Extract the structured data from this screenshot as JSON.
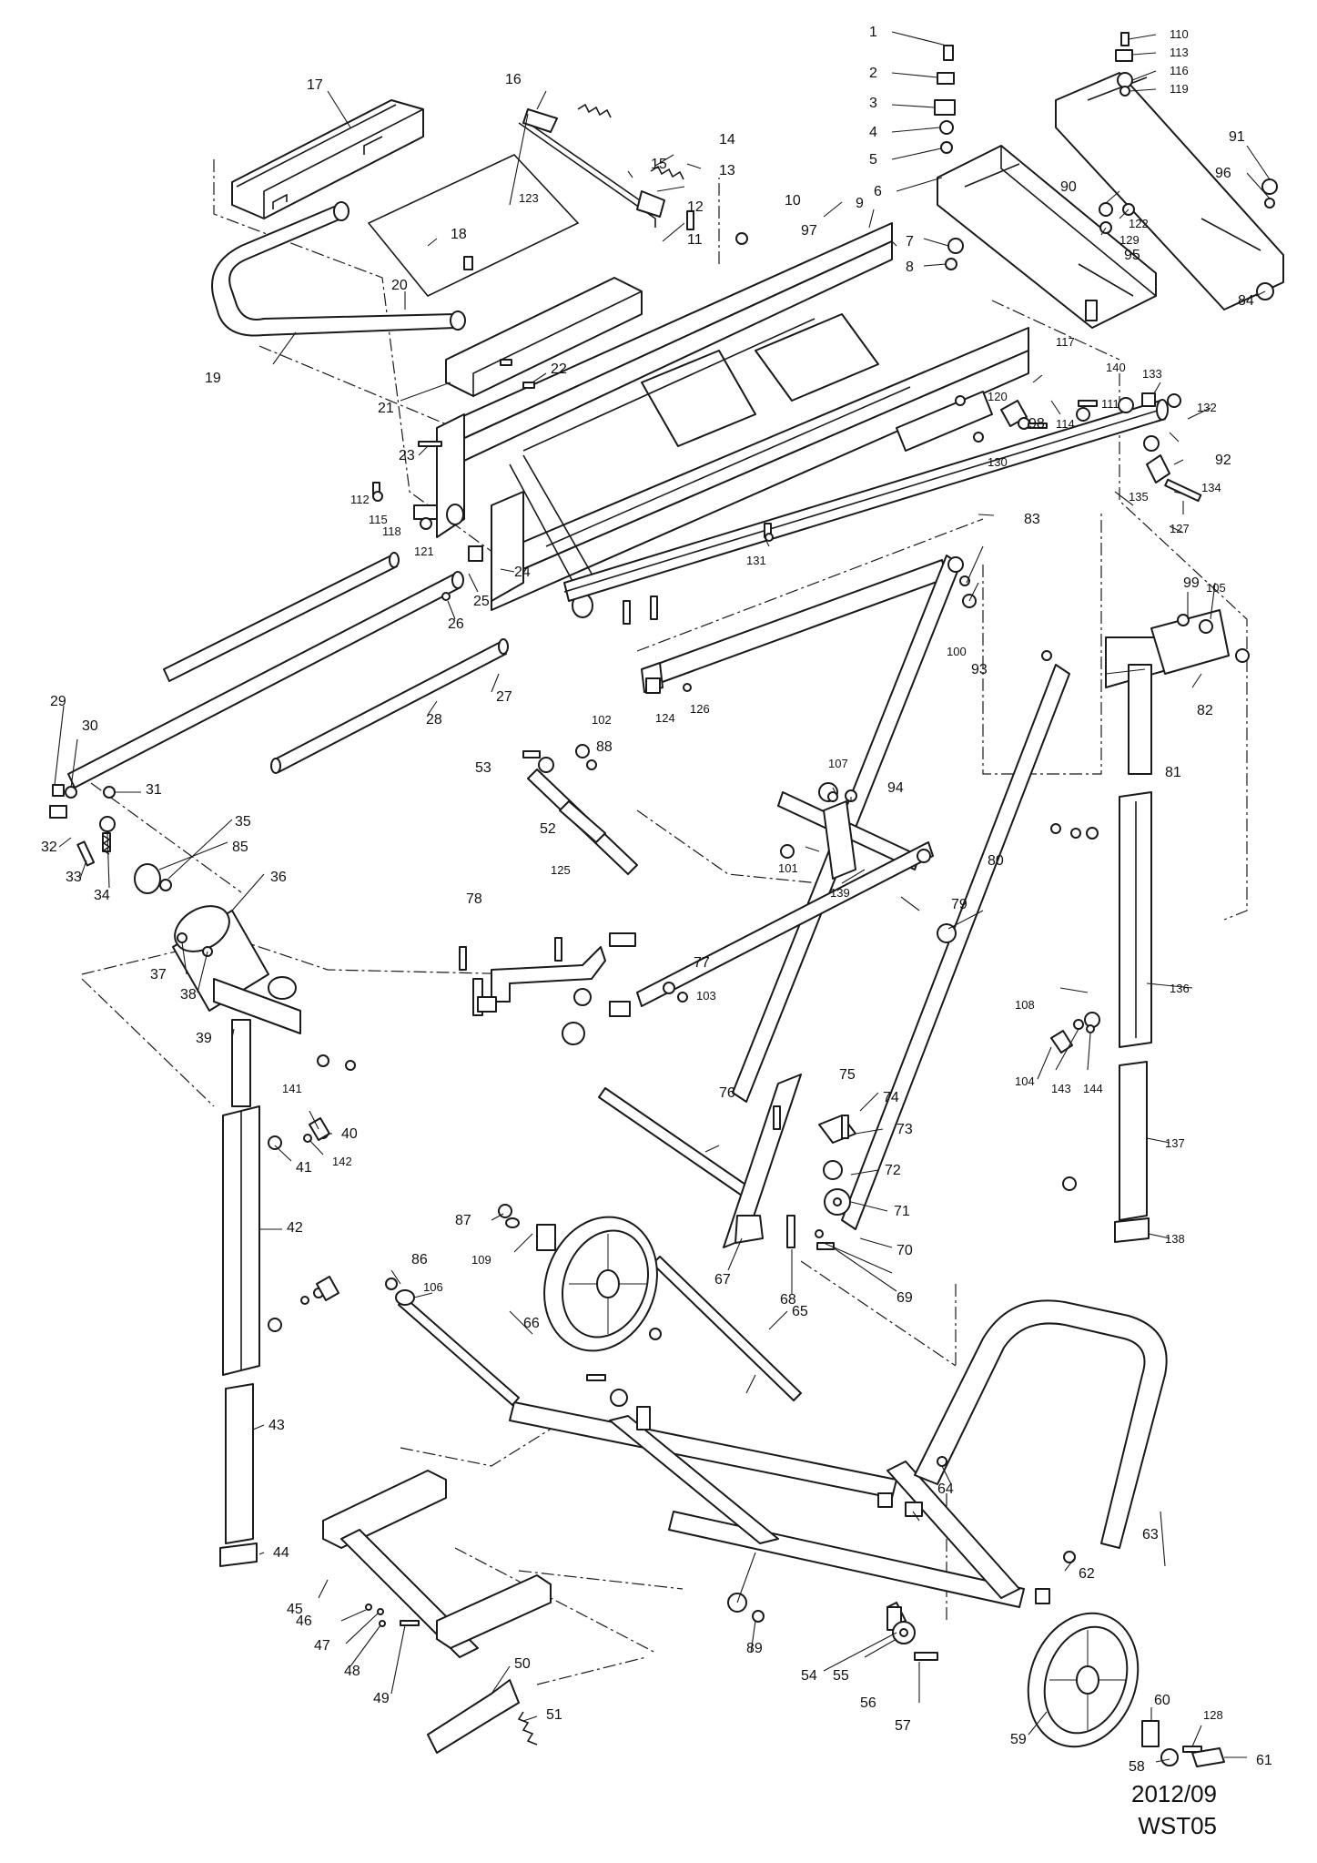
{
  "callouts": [
    {
      "id": "1",
      "label": "1"
    },
    {
      "id": "2",
      "label": "2"
    },
    {
      "id": "3",
      "label": "3"
    },
    {
      "id": "4",
      "label": "4"
    },
    {
      "id": "5",
      "label": "5"
    },
    {
      "id": "6",
      "label": "6"
    },
    {
      "id": "7",
      "label": "7"
    },
    {
      "id": "8",
      "label": "8"
    },
    {
      "id": "9",
      "label": "9"
    },
    {
      "id": "10",
      "label": "10"
    },
    {
      "id": "11",
      "label": "11"
    },
    {
      "id": "12",
      "label": "12"
    },
    {
      "id": "13",
      "label": "13"
    },
    {
      "id": "14",
      "label": "14"
    },
    {
      "id": "15",
      "label": "15"
    },
    {
      "id": "16",
      "label": "16"
    },
    {
      "id": "17",
      "label": "17"
    },
    {
      "id": "18",
      "label": "18"
    },
    {
      "id": "19",
      "label": "19"
    },
    {
      "id": "20",
      "label": "20"
    },
    {
      "id": "21",
      "label": "21"
    },
    {
      "id": "22",
      "label": "22"
    },
    {
      "id": "23",
      "label": "23"
    },
    {
      "id": "24",
      "label": "24"
    },
    {
      "id": "25",
      "label": "25"
    },
    {
      "id": "26",
      "label": "26"
    },
    {
      "id": "27",
      "label": "27"
    },
    {
      "id": "28",
      "label": "28"
    },
    {
      "id": "29",
      "label": "29"
    },
    {
      "id": "30",
      "label": "30"
    },
    {
      "id": "31",
      "label": "31"
    },
    {
      "id": "32",
      "label": "32"
    },
    {
      "id": "33",
      "label": "33"
    },
    {
      "id": "34",
      "label": "34"
    },
    {
      "id": "35",
      "label": "35"
    },
    {
      "id": "36",
      "label": "36"
    },
    {
      "id": "37",
      "label": "37"
    },
    {
      "id": "38",
      "label": "38"
    },
    {
      "id": "39",
      "label": "39"
    },
    {
      "id": "40",
      "label": "40"
    },
    {
      "id": "41",
      "label": "41"
    },
    {
      "id": "42",
      "label": "42"
    },
    {
      "id": "43",
      "label": "43"
    },
    {
      "id": "44",
      "label": "44"
    },
    {
      "id": "45",
      "label": "45"
    },
    {
      "id": "46",
      "label": "46"
    },
    {
      "id": "47",
      "label": "47"
    },
    {
      "id": "48",
      "label": "48"
    },
    {
      "id": "49",
      "label": "49"
    },
    {
      "id": "50",
      "label": "50"
    },
    {
      "id": "51",
      "label": "51"
    },
    {
      "id": "52",
      "label": "52"
    },
    {
      "id": "53",
      "label": "53"
    },
    {
      "id": "54",
      "label": "54"
    },
    {
      "id": "55",
      "label": "55"
    },
    {
      "id": "56",
      "label": "56"
    },
    {
      "id": "57",
      "label": "57"
    },
    {
      "id": "58",
      "label": "58"
    },
    {
      "id": "59",
      "label": "59"
    },
    {
      "id": "60",
      "label": "60"
    },
    {
      "id": "61",
      "label": "61"
    },
    {
      "id": "62",
      "label": "62"
    },
    {
      "id": "63",
      "label": "63"
    },
    {
      "id": "64",
      "label": "64"
    },
    {
      "id": "65",
      "label": "65"
    },
    {
      "id": "66",
      "label": "66"
    },
    {
      "id": "67",
      "label": "67"
    },
    {
      "id": "68",
      "label": "68"
    },
    {
      "id": "69",
      "label": "69"
    },
    {
      "id": "70",
      "label": "70"
    },
    {
      "id": "71",
      "label": "71"
    },
    {
      "id": "72",
      "label": "72"
    },
    {
      "id": "73",
      "label": "73"
    },
    {
      "id": "74",
      "label": "74"
    },
    {
      "id": "75",
      "label": "75"
    },
    {
      "id": "76",
      "label": "76"
    },
    {
      "id": "77",
      "label": "77"
    },
    {
      "id": "78",
      "label": "78"
    },
    {
      "id": "79",
      "label": "79"
    },
    {
      "id": "80",
      "label": "80"
    },
    {
      "id": "81",
      "label": "81"
    },
    {
      "id": "82",
      "label": "82"
    },
    {
      "id": "83",
      "label": "83"
    },
    {
      "id": "84",
      "label": "84"
    },
    {
      "id": "85",
      "label": "85"
    },
    {
      "id": "86",
      "label": "86"
    },
    {
      "id": "87",
      "label": "87"
    },
    {
      "id": "88",
      "label": "88"
    },
    {
      "id": "89",
      "label": "89"
    },
    {
      "id": "90",
      "label": "90"
    },
    {
      "id": "91",
      "label": "91"
    },
    {
      "id": "92",
      "label": "92"
    },
    {
      "id": "93",
      "label": "93"
    },
    {
      "id": "94",
      "label": "94"
    },
    {
      "id": "95",
      "label": "95"
    },
    {
      "id": "96",
      "label": "96"
    },
    {
      "id": "97",
      "label": "97"
    },
    {
      "id": "98",
      "label": "98"
    },
    {
      "id": "99",
      "label": "99"
    },
    {
      "id": "100",
      "label": "100"
    },
    {
      "id": "101",
      "label": "101"
    },
    {
      "id": "102",
      "label": "102"
    },
    {
      "id": "103",
      "label": "103"
    },
    {
      "id": "104",
      "label": "104"
    },
    {
      "id": "105",
      "label": "105"
    },
    {
      "id": "106",
      "label": "106"
    },
    {
      "id": "107",
      "label": "107"
    },
    {
      "id": "108",
      "label": "108"
    },
    {
      "id": "109",
      "label": "109"
    },
    {
      "id": "110",
      "label": "110"
    },
    {
      "id": "111",
      "label": "111"
    },
    {
      "id": "112",
      "label": "112"
    },
    {
      "id": "113",
      "label": "113"
    },
    {
      "id": "114",
      "label": "114"
    },
    {
      "id": "115",
      "label": "115"
    },
    {
      "id": "116",
      "label": "116"
    },
    {
      "id": "117",
      "label": "117"
    },
    {
      "id": "118",
      "label": "118"
    },
    {
      "id": "119",
      "label": "119"
    },
    {
      "id": "120",
      "label": "120"
    },
    {
      "id": "121",
      "label": "121"
    },
    {
      "id": "122",
      "label": "122"
    },
    {
      "id": "123",
      "label": "123"
    },
    {
      "id": "124",
      "label": "124"
    },
    {
      "id": "125",
      "label": "125"
    },
    {
      "id": "126",
      "label": "126"
    },
    {
      "id": "127",
      "label": "127"
    },
    {
      "id": "128",
      "label": "128"
    },
    {
      "id": "129",
      "label": "129"
    },
    {
      "id": "130",
      "label": "130"
    },
    {
      "id": "131",
      "label": "131"
    },
    {
      "id": "132",
      "label": "132"
    },
    {
      "id": "133",
      "label": "133"
    },
    {
      "id": "134",
      "label": "134"
    },
    {
      "id": "135",
      "label": "135"
    },
    {
      "id": "136",
      "label": "136"
    },
    {
      "id": "137",
      "label": "137"
    },
    {
      "id": "138",
      "label": "138"
    },
    {
      "id": "139",
      "label": "139"
    },
    {
      "id": "140",
      "label": "140"
    },
    {
      "id": "141",
      "label": "141"
    },
    {
      "id": "142",
      "label": "142"
    },
    {
      "id": "143",
      "label": "143"
    },
    {
      "id": "144",
      "label": "144"
    }
  ],
  "footer": {
    "date": "2012/09",
    "model": "WST05"
  }
}
